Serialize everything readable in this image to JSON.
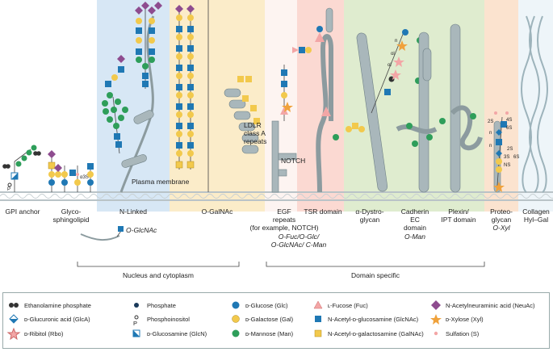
{
  "columns": [
    {
      "id": "gpi",
      "label": "GPI anchor",
      "bg": "#ffffff"
    },
    {
      "id": "glyco",
      "label": "Glyco-\nsphingolipid",
      "bg": "#ffffff"
    },
    {
      "id": "nlinked",
      "label": "N-Linked",
      "bg": "#d7e7f5"
    },
    {
      "id": "ogalnac",
      "label": "O-GalNAc",
      "bg": "#fbecc9"
    },
    {
      "id": "egf",
      "label": "EGF\nrepeats\n(for example, NOTCH)",
      "bg": "#ffffff"
    },
    {
      "id": "tsr",
      "label": "TSR domain",
      "bg": "#fbd9d2"
    },
    {
      "id": "dystro",
      "label": "α-Dystro-\nglycan",
      "bg": "#dfeccf"
    },
    {
      "id": "cadherin",
      "label": "Cadherin\nEC\ndomain",
      "bg": "#dfeccf"
    },
    {
      "id": "plexin",
      "label": "Plexin/\nIPT domain",
      "bg": "#dfeccf"
    },
    {
      "id": "proteo",
      "label": "Proteo-\nglycan\nO-Xyl",
      "bg": "#fbe3cf"
    },
    {
      "id": "collagen",
      "label": "Collagen\nHyl–Gal",
      "bg": "#eef5f9"
    }
  ],
  "annotations": {
    "plasma_membrane": "Plasma\nmembrane",
    "ldlr": "LDLR\nclass A\nrepeats",
    "notch": "NOTCH",
    "o_glcnac": "O-GlcNAc",
    "fuc_glc": "O-Fuc/O-Glc/\nO-GlcNAc/ C-Man",
    "o_man": "O-Man",
    "nucleus": "Nucleus and cytoplasm",
    "domain_specific": "Domain specific",
    "p_label": "P",
    "alpha3s": "α3S",
    "n1": "n",
    "ol1": "ol",
    "ol2": "ol",
    "n2": "n",
    "n3": "n",
    "s2": "2S",
    "s4": "4S",
    "s6": "6S",
    "s2b": "2S",
    "s3": "3S",
    "s6b": "6S",
    "ns": "NS"
  },
  "legend": [
    {
      "icon": "ethanolamine",
      "label": "Ethanolamine phosphate"
    },
    {
      "icon": "phosphate",
      "label": "Phosphate"
    },
    {
      "icon": "glucose",
      "label": "ᴅ-Glucose (Glc)",
      "color": "#1f78b4"
    },
    {
      "icon": "fucose",
      "label": "ʟ-Fucose (Fuc)",
      "color": "#f3a6a6"
    },
    {
      "icon": "neuac",
      "label": "N-Acetylneuraminic acid (NeuAc)",
      "color": "#8e4c8f"
    },
    {
      "icon": "glca",
      "label": "ᴅ-Glucuronic acid (GlcA)",
      "color": "#1f78b4"
    },
    {
      "icon": "phosphoinositol",
      "label": "Phosphoinositol"
    },
    {
      "icon": "galactose",
      "label": "ᴅ-Galactose (Gal)",
      "color": "#f2c94c"
    },
    {
      "icon": "glcnac",
      "label": "N-Acetyl-ᴅ-glucosamine (GlcNAc)",
      "color": "#1f78b4"
    },
    {
      "icon": "xylose",
      "label": "ᴅ-Xylose (Xyl)",
      "color": "#f0a23c"
    },
    {
      "icon": "ribitol",
      "label": "ᴅ-Ribitol (Rbo)",
      "color": "#f3a6a6"
    },
    {
      "icon": "glcn",
      "label": "ᴅ-Glucosamine (GlcN)",
      "color": "#1f78b4"
    },
    {
      "icon": "mannose",
      "label": "ᴅ-Mannose (Man)",
      "color": "#2e9e5a"
    },
    {
      "icon": "galnac",
      "label": "N-Acetyl-ᴅ-galactosamine (GalNAc)",
      "color": "#f2c94c"
    },
    {
      "icon": "sulfation",
      "label": "Sulfation (S)",
      "color": "#f3a6a6"
    }
  ]
}
